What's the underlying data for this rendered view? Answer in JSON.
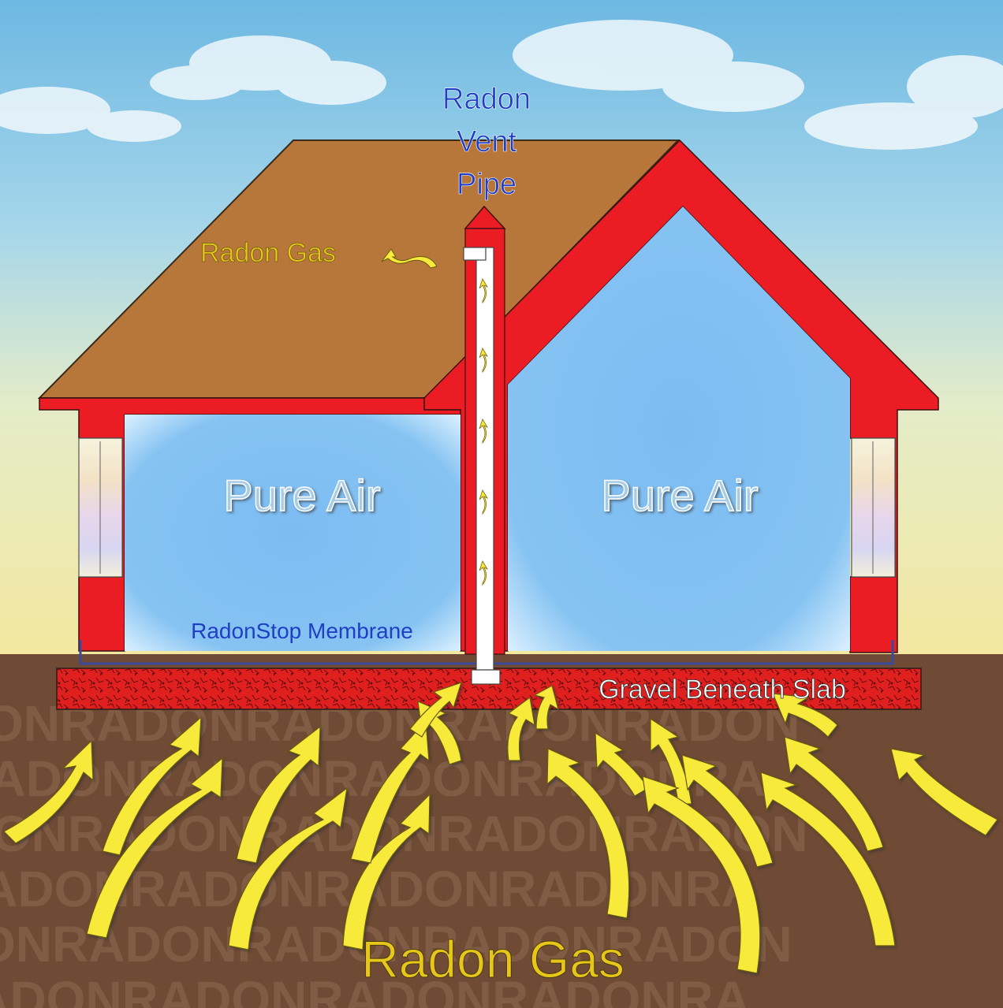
{
  "labels": {
    "vent_pipe": [
      "Radon",
      "Vent",
      "Pipe"
    ],
    "radon_gas_top": "Radon Gas",
    "pure_air_left": "Pure Air",
    "pure_air_right": "Pure Air",
    "membrane": "RadonStop Membrane",
    "gravel": "Gravel Beneath Slab",
    "radon_gas_bottom": "Radon Gas"
  },
  "colors": {
    "sky_top": "#7fc0e4",
    "sky_bottom": "#f2eaa6",
    "roof": "#b8773a",
    "wall": "#ec1c24",
    "pure_air": "#82bff2",
    "label_blue": "#1f3fc4",
    "label_gold": "#e6c619",
    "soil": "#6f4a34",
    "arrow_yellow": "#f7ea3a",
    "pipe": "#ffffff"
  }
}
